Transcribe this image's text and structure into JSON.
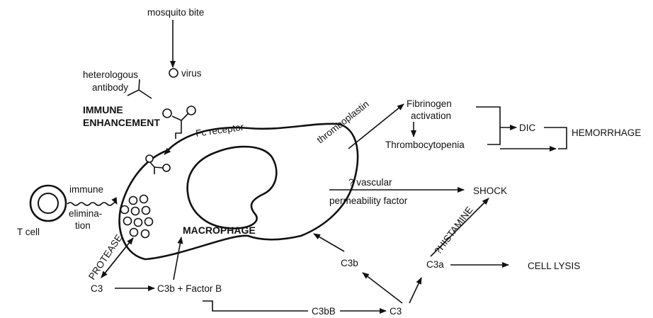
{
  "labels": {
    "mosquito_bite": "mosquito bite",
    "virus": "virus",
    "heterologous_antibody_1": "heterologous",
    "heterologous_antibody_2": "antibody",
    "immune_enhancement_1": "IMMUNE",
    "immune_enhancement_2": "ENHANCEMENT",
    "fc_receptor": "Fc receptor",
    "thromboplastin": "thromboplastin",
    "fibrinogen_1": "Fibrinogen",
    "fibrinogen_2": "activation",
    "thrombocytopenia": "Thrombocytopenia",
    "dic": "DIC",
    "hemorrhage": "HEMORRHAGE",
    "vascular_1": "? vascular",
    "vascular_2": "permeability factor",
    "shock": "SHOCK",
    "t_cell": "T cell",
    "immune": "immune",
    "elimination_1": "elimina-",
    "elimination_2": "tion",
    "macrophage": "MACROPHAGE",
    "protease": "PROTEASE",
    "histamine": "?HISTAMINE",
    "c3a": "C3a",
    "cell_lysis": "CELL LYSIS",
    "c3b_right": "C3b",
    "c3_left": "C3",
    "c3b_factor_b": "C3b + Factor B",
    "c3bb": "C3bB",
    "c3_bottom": "C3"
  }
}
